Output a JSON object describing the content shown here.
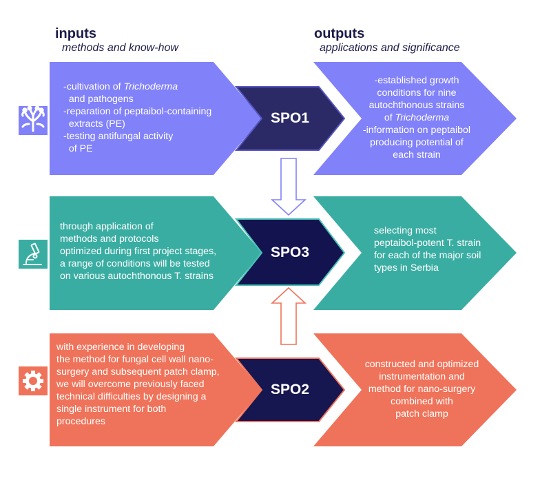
{
  "headers": {
    "inputs": {
      "title": "inputs",
      "subtitle": "methods and know-how"
    },
    "outputs": {
      "title": "outputs",
      "subtitle": "applications and significance"
    }
  },
  "colors": {
    "purple": "#8181f9",
    "teal": "#3aada2",
    "coral": "#ef735a",
    "navy": "#1c1a52",
    "navy_border_purple": "#6a6ad8",
    "navy_border_teal": "#49c2b6",
    "navy_border_coral": "#ef735a",
    "arrow_purple": "#8181f9",
    "arrow_coral": "#ef735a"
  },
  "rows": [
    {
      "id": "row1",
      "spo": "SPO1",
      "icon": "fungus-icon",
      "input_lines": [
        [
          {
            "t": "-cultivation of "
          },
          {
            "t": "Trichoderma",
            "i": true
          }
        ],
        [
          {
            "t": "  and pathogens"
          }
        ],
        [
          {
            "t": "-reparation of peptaibol-containing"
          }
        ],
        [
          {
            "t": "  extracts (PE)"
          }
        ],
        [
          {
            "t": "-testing antifungal activity"
          }
        ],
        [
          {
            "t": "  of PE"
          }
        ]
      ],
      "output_lines": [
        [
          {
            "t": "-established growth"
          }
        ],
        [
          {
            "t": "conditions for nine"
          }
        ],
        [
          {
            "t": "autochthonous strains"
          }
        ],
        [
          {
            "t": "of "
          },
          {
            "t": "Trichoderma",
            "i": true
          }
        ],
        [
          {
            "t": "-information on peptaibol"
          }
        ],
        [
          {
            "t": "producing potential of"
          }
        ],
        [
          {
            "t": "each strain"
          }
        ]
      ]
    },
    {
      "id": "row2",
      "spo": "SPO3",
      "icon": "microscope-icon",
      "input_lines": [
        [
          {
            "t": "through application of"
          }
        ],
        [
          {
            "t": "methods and protocols"
          }
        ],
        [
          {
            "t": "optimized during first project stages,"
          }
        ],
        [
          {
            "t": "a range of conditions will be tested"
          }
        ],
        [
          {
            "t": "on various autochthonous T. strains"
          }
        ]
      ],
      "output_lines": [
        [
          {
            "t": "selecting most"
          }
        ],
        [
          {
            "t": "peptaibol-potent T. strain"
          }
        ],
        [
          {
            "t": "for each of the major soil"
          }
        ],
        [
          {
            "t": "types in Serbia"
          }
        ]
      ]
    },
    {
      "id": "row3",
      "spo": "SPO2",
      "icon": "gear-icon",
      "input_lines": [
        [
          {
            "t": "with experience in developing"
          }
        ],
        [
          {
            "t": "the method for fungal cell wall nano-"
          }
        ],
        [
          {
            "t": "surgery and subsequent patch clamp,"
          }
        ],
        [
          {
            "t": "we will overcome previously faced"
          }
        ],
        [
          {
            "t": "technical difficulties by designing a"
          }
        ],
        [
          {
            "t": "single instrument for both"
          }
        ],
        [
          {
            "t": "procedures"
          }
        ]
      ],
      "output_lines": [
        [
          {
            "t": "constructed and optimized"
          }
        ],
        [
          {
            "t": "instrumentation and"
          }
        ],
        [
          {
            "t": "method for nano-surgery"
          }
        ],
        [
          {
            "t": "combined with"
          }
        ],
        [
          {
            "t": "patch clamp"
          }
        ]
      ]
    }
  ]
}
